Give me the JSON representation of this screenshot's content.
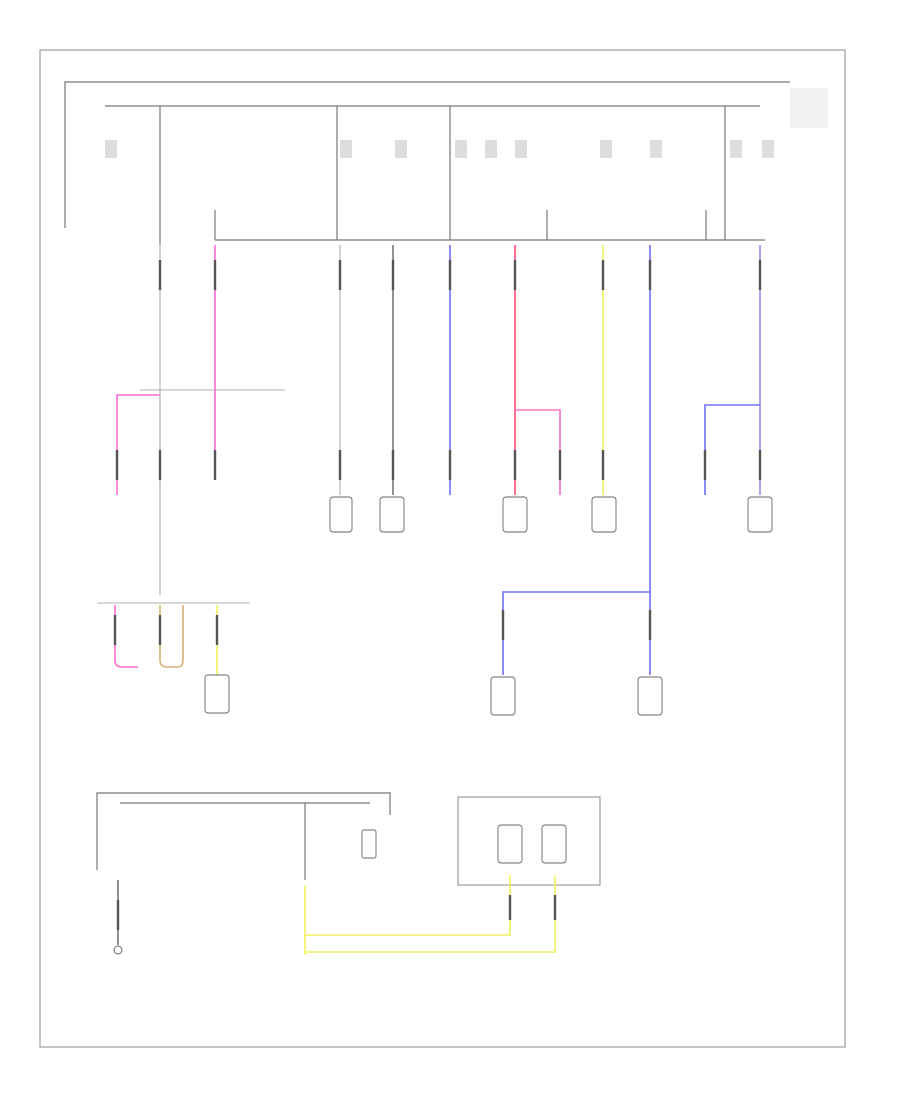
{
  "title": "",
  "colors": {
    "pink": "#ff6bd6",
    "magenta": "#ff70c8",
    "blue": "#7070ff",
    "red": "#ff4a70",
    "yellow": "#f0f060",
    "violet": "#9090e8",
    "tan": "#d8b078",
    "gray": "#777777",
    "white_wire": "#c8c8c8"
  },
  "footer_code": "",
  "components": [
    {
      "id": "c1",
      "label": ""
    },
    {
      "id": "c2",
      "label": ""
    },
    {
      "id": "c3",
      "label": ""
    },
    {
      "id": "c4",
      "label": ""
    },
    {
      "id": "c5",
      "label": ""
    },
    {
      "id": "c6",
      "label": ""
    },
    {
      "id": "c7",
      "label": ""
    },
    {
      "id": "c8",
      "label": ""
    },
    {
      "id": "c9",
      "label": ""
    },
    {
      "id": "c10",
      "label": ""
    },
    {
      "id": "c11",
      "label": ""
    }
  ]
}
